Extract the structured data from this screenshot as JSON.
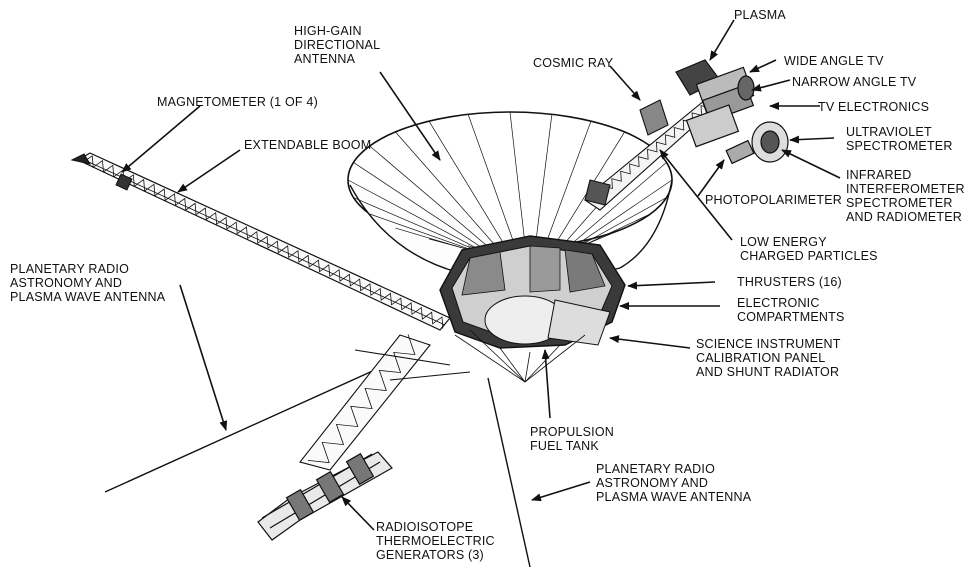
{
  "labels": {
    "plasma": [
      "PLASMA"
    ],
    "high_gain_antenna": [
      "HIGH-GAIN",
      "DIRECTIONAL",
      "ANTENNA"
    ],
    "cosmic_ray": [
      "COSMIC RAY"
    ],
    "wide_angle_tv": [
      "WIDE ANGLE TV"
    ],
    "narrow_angle_tv": [
      "NARROW ANGLE TV"
    ],
    "tv_electronics": [
      "TV ELECTRONICS"
    ],
    "ultraviolet_spectrometer": [
      "ULTRAVIOLET",
      "SPECTROMETER"
    ],
    "magnetometer": [
      "MAGNETOMETER (1 OF 4)"
    ],
    "extendable_boom": [
      "EXTENDABLE BOOM"
    ],
    "infrared_spectrometer": [
      "INFRARED",
      "INTERFEROMETER",
      "SPECTROMETER",
      "AND RADIOMETER"
    ],
    "photopolarimeter": [
      "PHOTOPOLARIMETER"
    ],
    "low_energy_particles": [
      "LOW ENERGY",
      "CHARGED PARTICLES"
    ],
    "radio_antenna_left": [
      "PLANETARY RADIO",
      "ASTRONOMY AND",
      "PLASMA WAVE ANTENNA"
    ],
    "thrusters": [
      "THRUSTERS (16)"
    ],
    "electronic_compartments": [
      "ELECTRONIC",
      "COMPARTMENTS"
    ],
    "calibration_panel": [
      "SCIENCE INSTRUMENT",
      "CALIBRATION PANEL",
      "AND SHUNT RADIATOR"
    ],
    "propulsion_tank": [
      "PROPULSION",
      "FUEL TANK"
    ],
    "radio_antenna_bottom": [
      "PLANETARY RADIO",
      "ASTRONOMY AND",
      "PLASMA WAVE ANTENNA"
    ],
    "rtg": [
      "RADIOISOTOPE",
      "THERMOELECTRIC",
      "GENERATORS (3)"
    ]
  }
}
